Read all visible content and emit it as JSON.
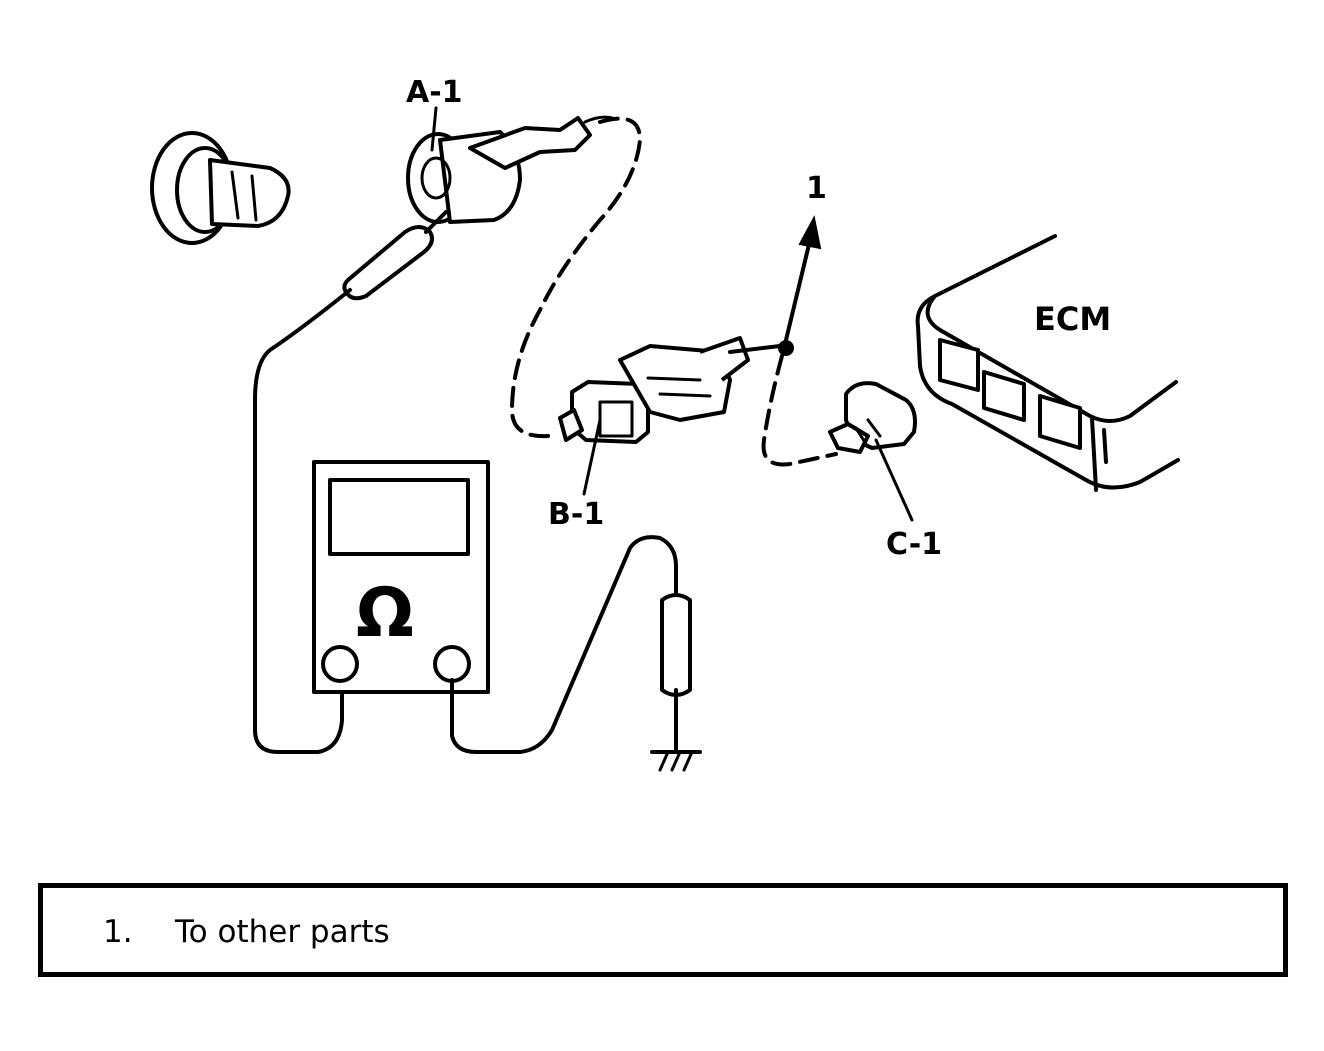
{
  "labels": {
    "a1": "A-1",
    "b1": "B-1",
    "c1": "C-1",
    "callout1": "1",
    "ecm": "ECM",
    "ohm": "Ω"
  },
  "legend": {
    "items": [
      {
        "number": "1.",
        "text": "To other parts"
      }
    ]
  }
}
